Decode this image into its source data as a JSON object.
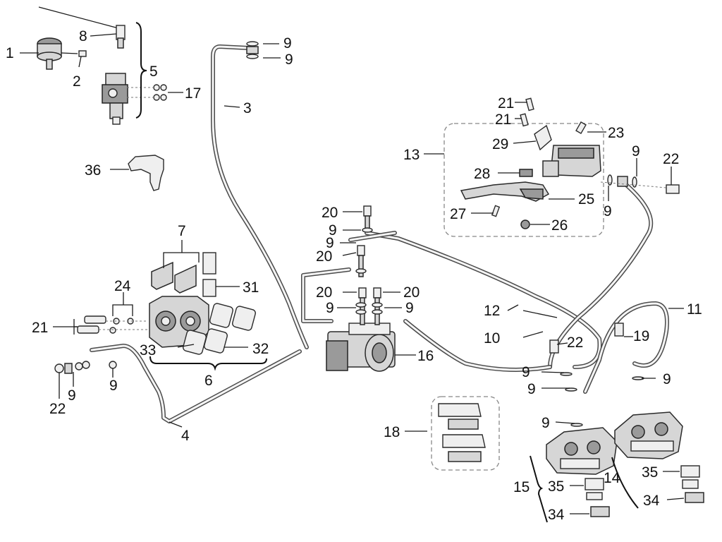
{
  "callouts": {
    "c1": "1",
    "c2": "2",
    "c3": "3",
    "c4": "4",
    "c5": "5",
    "c6": "6",
    "c7": "7",
    "c8": "8",
    "c9a": "9",
    "c9b": "9",
    "c9c": "9",
    "c9d": "9",
    "c9e": "9",
    "c9f": "9",
    "c9g": "9",
    "c9h": "9",
    "c9i": "9",
    "c9j": "9",
    "c9k": "9",
    "c9l": "9",
    "c9m": "9",
    "c10": "10",
    "c11": "11",
    "c12": "12",
    "c13": "13",
    "c14": "14",
    "c15": "15",
    "c16": "16",
    "c17": "17",
    "c18": "18",
    "c19": "19",
    "c20a": "20",
    "c20b": "20",
    "c20c": "20",
    "c20d": "20",
    "c21a": "21",
    "c21b": "21",
    "c21c": "21",
    "c22a": "22",
    "c22b": "22",
    "c22c": "22",
    "c23": "23",
    "c24": "24",
    "c25": "25",
    "c26": "26",
    "c27": "27",
    "c28": "28",
    "c29": "29",
    "c31": "31",
    "c32": "32",
    "c33": "33",
    "c34a": "34",
    "c34b": "34",
    "c35a": "35",
    "c35b": "35",
    "c36": "36"
  },
  "colors": {
    "background": "#ffffff",
    "line": "#1a1a1a",
    "part_fill": "#d6d6d6",
    "part_dark": "#9a9a9a"
  }
}
